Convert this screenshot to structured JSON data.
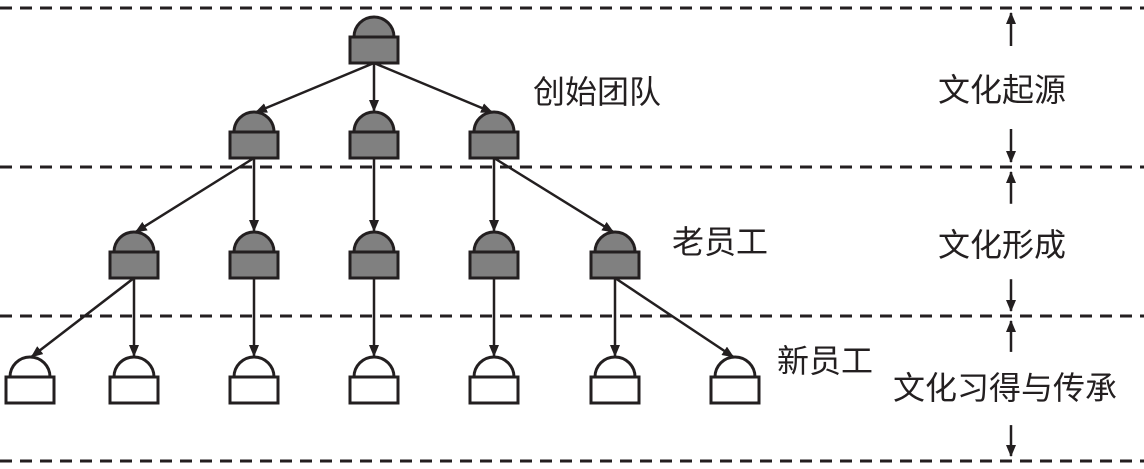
{
  "diagram": {
    "colors": {
      "line": "#231f20",
      "filled_node": "#808080",
      "empty_node": "#ffffff"
    },
    "tiers": [
      {
        "id": "founders",
        "label": "创始团队",
        "node_fill": "filled",
        "node_count": 1
      },
      {
        "id": "senior",
        "label": "老员工",
        "node_fill": "filled",
        "node_count": 3
      },
      {
        "id": "veteran",
        "label": "",
        "node_fill": "filled",
        "node_count": 5
      },
      {
        "id": "new",
        "label": "新员工",
        "node_fill": "empty",
        "node_count": 7
      }
    ],
    "stages": [
      {
        "id": "origin",
        "label": "文化起源"
      },
      {
        "id": "formation",
        "label": "文化形成"
      },
      {
        "id": "transmission",
        "label": "文化习得与传承"
      }
    ],
    "edges": [
      {
        "from": "founders.0",
        "to": "senior.0"
      },
      {
        "from": "founders.0",
        "to": "senior.1"
      },
      {
        "from": "founders.0",
        "to": "senior.2"
      },
      {
        "from": "senior.0",
        "to": "veteran.0"
      },
      {
        "from": "senior.0",
        "to": "veteran.1"
      },
      {
        "from": "senior.1",
        "to": "veteran.2"
      },
      {
        "from": "senior.2",
        "to": "veteran.3"
      },
      {
        "from": "senior.2",
        "to": "veteran.4"
      },
      {
        "from": "veteran.0",
        "to": "new.0"
      },
      {
        "from": "veteran.0",
        "to": "new.1"
      },
      {
        "from": "veteran.1",
        "to": "new.2"
      },
      {
        "from": "veteran.2",
        "to": "new.3"
      },
      {
        "from": "veteran.3",
        "to": "new.4"
      },
      {
        "from": "veteran.4",
        "to": "new.5"
      },
      {
        "from": "veteran.4",
        "to": "new.6"
      }
    ]
  }
}
